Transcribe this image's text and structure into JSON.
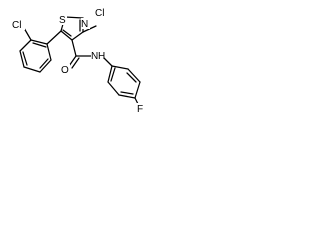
{
  "molecule": {
    "atoms": {
      "cl_isothiazole": "Cl",
      "n_ring": "N",
      "s_ring": "S",
      "cl_phenyl": "Cl",
      "oxygen": "O",
      "amide_nh": "N",
      "amide_h": "H",
      "fluorine": "F"
    },
    "colors": {
      "bond": "#000000",
      "label": "#000000",
      "background": "#ffffff"
    }
  }
}
